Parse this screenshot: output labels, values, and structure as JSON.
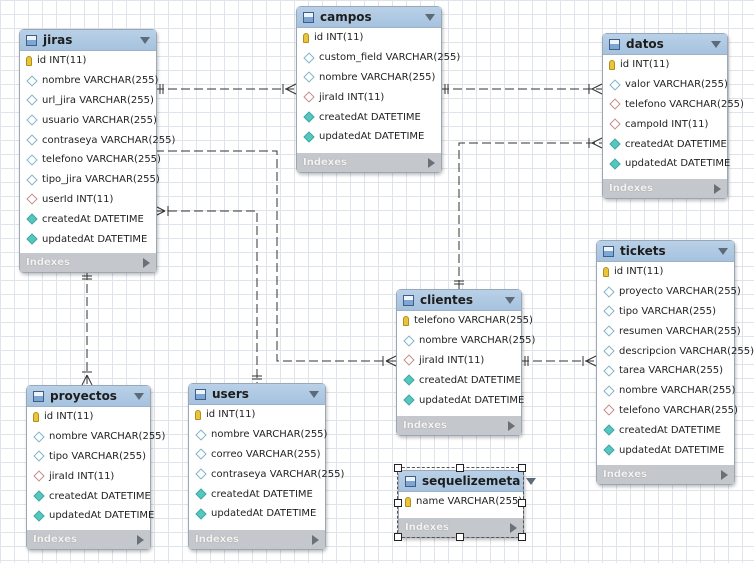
{
  "tables": {
    "jiras": {
      "name": "jiras",
      "columns": [
        {
          "text": "id INT(11)",
          "kind": "pk"
        },
        {
          "text": "nombre VARCHAR(255)",
          "kind": "plain"
        },
        {
          "text": "url_jira VARCHAR(255)",
          "kind": "plain"
        },
        {
          "text": "usuario VARCHAR(255)",
          "kind": "plain"
        },
        {
          "text": "contraseya VARCHAR(255)",
          "kind": "plain"
        },
        {
          "text": "telefono VARCHAR(255)",
          "kind": "plain"
        },
        {
          "text": "tipo_jira VARCHAR(255)",
          "kind": "plain"
        },
        {
          "text": "userId INT(11)",
          "kind": "fk"
        },
        {
          "text": "createdAt DATETIME",
          "kind": "nn"
        },
        {
          "text": "updatedAt DATETIME",
          "kind": "nn"
        }
      ],
      "indexes": "Indexes"
    },
    "campos": {
      "name": "campos",
      "columns": [
        {
          "text": "id INT(11)",
          "kind": "pk"
        },
        {
          "text": "custom_field VARCHAR(255)",
          "kind": "plain"
        },
        {
          "text": "nombre VARCHAR(255)",
          "kind": "plain"
        },
        {
          "text": "jiraId INT(11)",
          "kind": "fk"
        },
        {
          "text": "createdAt DATETIME",
          "kind": "nn"
        },
        {
          "text": "updatedAt DATETIME",
          "kind": "nn"
        }
      ],
      "indexes": "Indexes"
    },
    "datos": {
      "name": "datos",
      "columns": [
        {
          "text": "id INT(11)",
          "kind": "pk"
        },
        {
          "text": "valor VARCHAR(255)",
          "kind": "plain"
        },
        {
          "text": "telefono VARCHAR(255)",
          "kind": "fk"
        },
        {
          "text": "campoId INT(11)",
          "kind": "fk"
        },
        {
          "text": "createdAt DATETIME",
          "kind": "nn"
        },
        {
          "text": "updatedAt DATETIME",
          "kind": "nn"
        }
      ],
      "indexes": "Indexes"
    },
    "tickets": {
      "name": "tickets",
      "columns": [
        {
          "text": "id INT(11)",
          "kind": "pk"
        },
        {
          "text": "proyecto VARCHAR(255)",
          "kind": "plain"
        },
        {
          "text": "tipo VARCHAR(255)",
          "kind": "plain"
        },
        {
          "text": "resumen VARCHAR(255)",
          "kind": "plain"
        },
        {
          "text": "descripcion VARCHAR(255)",
          "kind": "plain"
        },
        {
          "text": "tarea VARCHAR(255)",
          "kind": "plain"
        },
        {
          "text": "nombre VARCHAR(255)",
          "kind": "plain"
        },
        {
          "text": "telefono VARCHAR(255)",
          "kind": "fk"
        },
        {
          "text": "createdAt DATETIME",
          "kind": "nn"
        },
        {
          "text": "updatedAt DATETIME",
          "kind": "nn"
        }
      ],
      "indexes": "Indexes"
    },
    "clientes": {
      "name": "clientes",
      "columns": [
        {
          "text": "telefono VARCHAR(255)",
          "kind": "pk"
        },
        {
          "text": "nombre VARCHAR(255)",
          "kind": "plain"
        },
        {
          "text": "jiraId INT(11)",
          "kind": "fk"
        },
        {
          "text": "createdAt DATETIME",
          "kind": "nn"
        },
        {
          "text": "updatedAt DATETIME",
          "kind": "nn"
        }
      ],
      "indexes": "Indexes"
    },
    "proyectos": {
      "name": "proyectos",
      "columns": [
        {
          "text": "id INT(11)",
          "kind": "pk"
        },
        {
          "text": "nombre VARCHAR(255)",
          "kind": "plain"
        },
        {
          "text": "tipo VARCHAR(255)",
          "kind": "plain"
        },
        {
          "text": "jiraId INT(11)",
          "kind": "fk"
        },
        {
          "text": "createdAt DATETIME",
          "kind": "nn"
        },
        {
          "text": "updatedAt DATETIME",
          "kind": "nn"
        }
      ],
      "indexes": "Indexes"
    },
    "users": {
      "name": "users",
      "columns": [
        {
          "text": "id INT(11)",
          "kind": "pk"
        },
        {
          "text": "nombre VARCHAR(255)",
          "kind": "plain"
        },
        {
          "text": "correo VARCHAR(255)",
          "kind": "plain"
        },
        {
          "text": "contraseya VARCHAR(255)",
          "kind": "plain"
        },
        {
          "text": "createdAt DATETIME",
          "kind": "nn"
        },
        {
          "text": "updatedAt DATETIME",
          "kind": "nn"
        }
      ],
      "indexes": "Indexes"
    },
    "sequelizemeta": {
      "name": "sequelizemeta",
      "columns": [
        {
          "text": "name VARCHAR(255)",
          "kind": "pk"
        }
      ],
      "indexes": "Indexes",
      "selected": true
    }
  },
  "colors": {
    "header": "#a6c2de",
    "footer": "#c4c7cb",
    "relationship_line": "#333333",
    "grid": "#dfe3ea"
  },
  "icons": {
    "table": "table-icon",
    "pk": "key-icon",
    "column": "diamond-icon",
    "fk": "foreign-key-diamond-icon",
    "not_null": "filled-diamond-icon",
    "collapse": "chevron-down-icon",
    "indexes": "triangle-right-icon"
  },
  "relationships": [
    {
      "from": "jiras",
      "to": "campos",
      "kind": "one-to-many"
    },
    {
      "from": "campos",
      "to": "datos",
      "kind": "one-to-many"
    },
    {
      "from": "clientes",
      "to": "datos",
      "kind": "one-to-many"
    },
    {
      "from": "jiras",
      "to": "clientes",
      "kind": "one-to-many"
    },
    {
      "from": "users",
      "to": "jiras",
      "kind": "one-to-many"
    },
    {
      "from": "jiras",
      "to": "proyectos",
      "kind": "one-to-many"
    },
    {
      "from": "clientes",
      "to": "tickets",
      "kind": "one-to-many"
    }
  ]
}
